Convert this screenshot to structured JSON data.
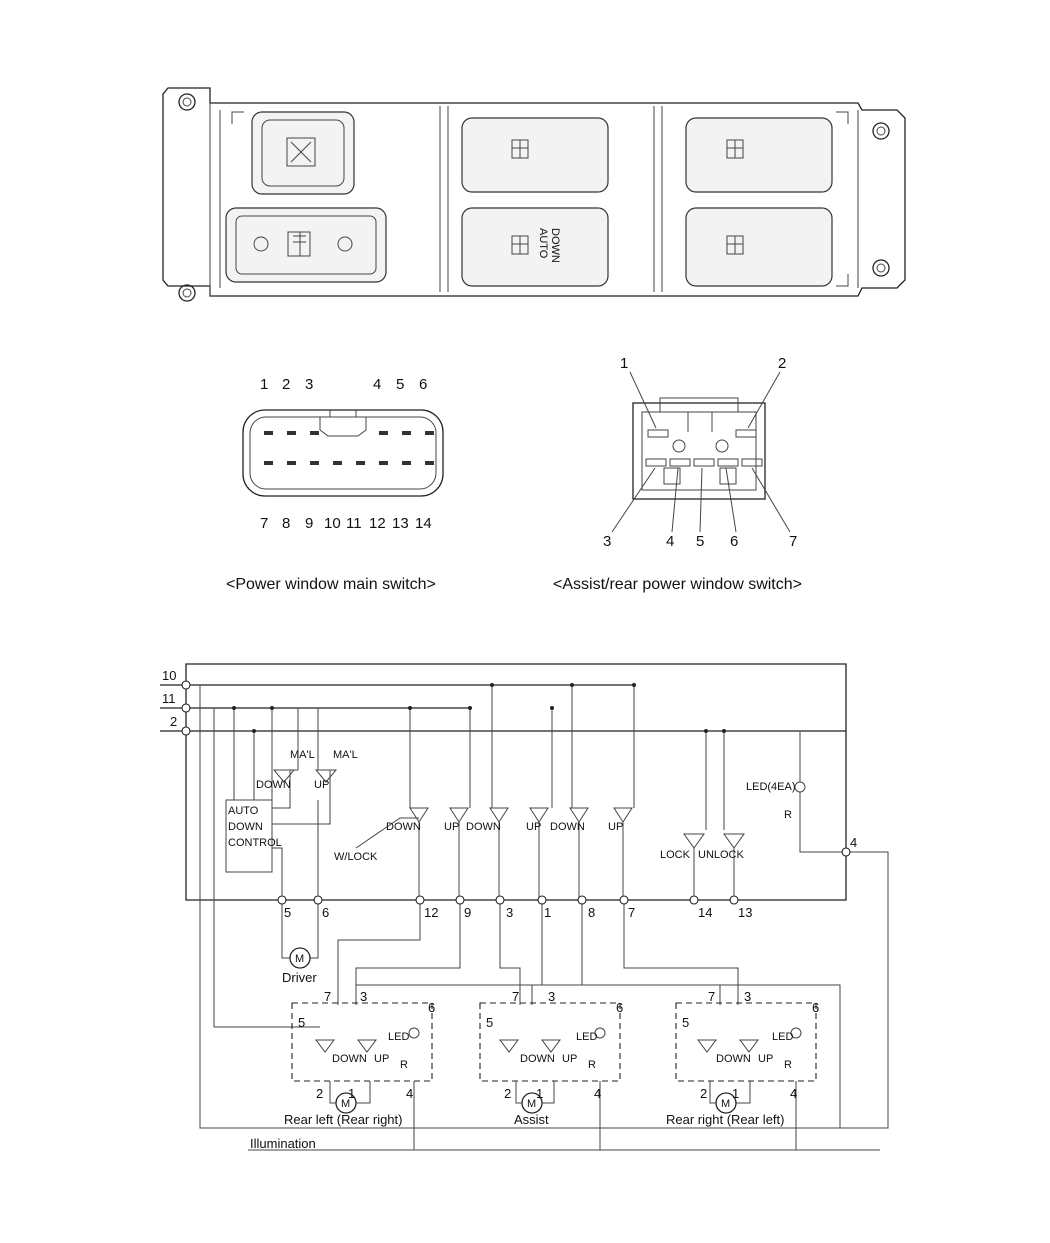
{
  "captions": {
    "main_switch": "<Power window main switch>",
    "assist_switch": "<Assist/rear power window switch>"
  },
  "main_connector_pins": {
    "top": [
      "1",
      "2",
      "3",
      "4",
      "5",
      "6"
    ],
    "bottom": [
      "7",
      "8",
      "9",
      "10",
      "11",
      "12",
      "13",
      "14"
    ]
  },
  "assist_connector_pins": {
    "top": [
      "1",
      "2"
    ],
    "bottom": [
      "3",
      "4",
      "5",
      "6",
      "7"
    ]
  },
  "panel_labels": {
    "auto_down": "AUTO\nDOWN"
  },
  "schematic": {
    "left_pins": [
      "10",
      "11",
      "2"
    ],
    "bottom_pins": [
      "5",
      "6",
      "12",
      "9",
      "3",
      "1",
      "8",
      "7",
      "14",
      "13"
    ],
    "right_pin": "4",
    "mal_label_1": "MA'L",
    "mal_label_2": "MA'L",
    "down_label": "DOWN",
    "up_label": "UP",
    "auto_down_control": [
      "AUTO",
      "DOWN",
      "CONTROL"
    ],
    "wlock_label": "W/LOCK",
    "switch_labels": [
      "DOWN",
      "UP",
      "DOWN",
      "UP",
      "DOWN",
      "UP"
    ],
    "lock_label": "LOCK",
    "unlock_label": "UNLOCK",
    "led_label": "LED(4EA)",
    "r_label": "R",
    "motor_label": "M",
    "driver_label": "Driver",
    "illumination_label": "Illumination",
    "sub_switches": [
      {
        "name": "Rear left (Rear right)",
        "pins": [
          "7",
          "3",
          "5",
          "6",
          "2",
          "1",
          "4"
        ],
        "led": "LED",
        "r": "R",
        "down": "DOWN",
        "up": "UP"
      },
      {
        "name": "Assist",
        "pins": [
          "7",
          "3",
          "5",
          "6",
          "2",
          "1",
          "4"
        ],
        "led": "LED",
        "r": "R",
        "down": "DOWN",
        "up": "UP"
      },
      {
        "name": "Rear right (Rear left)",
        "pins": [
          "7",
          "3",
          "5",
          "6",
          "2",
          "1",
          "4"
        ],
        "led": "LED",
        "r": "R",
        "down": "DOWN",
        "up": "UP"
      }
    ]
  }
}
